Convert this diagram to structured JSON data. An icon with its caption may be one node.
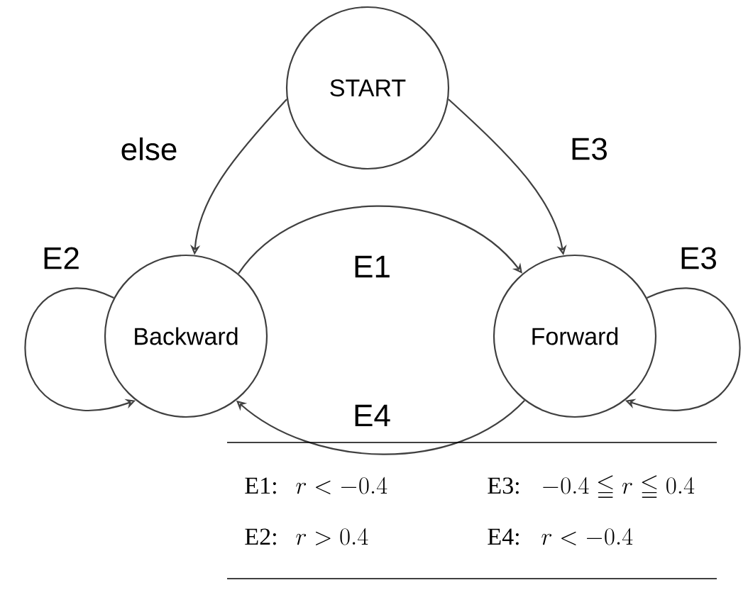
{
  "diagram": {
    "nodes": [
      {
        "text": [
          "START"
        ]
      },
      {
        "text": [
          "Backward"
        ]
      },
      {
        "text": [
          "Forward"
        ]
      }
    ],
    "edges": [
      {
        "from": 0,
        "to": 1,
        "arrow": "to",
        "label": "else"
      },
      {
        "from": 0,
        "to": 2,
        "arrow": "to",
        "label": "E3"
      },
      {
        "from": 1,
        "to": 2,
        "arrow": "to",
        "label": "E1"
      },
      {
        "from": 2,
        "to": 1,
        "arrow": "to",
        "label": "E4"
      },
      {
        "from": 1,
        "to": 1,
        "arrow": "to",
        "label": "E2"
      },
      {
        "from": 2,
        "to": 2,
        "arrow": "to",
        "label": "E3"
      }
    ],
    "labels": [
      "E1:",
      "r < -0.4",
      "E3:",
      "-0.4 \\leqq r \\leqq 0.4",
      "E2:",
      "r > 0.4",
      "E4:",
      "r < -0.4"
    ]
  }
}
